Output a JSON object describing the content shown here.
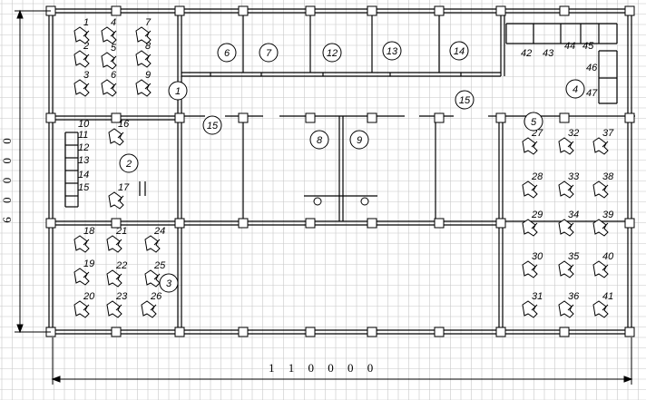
{
  "dimensions": {
    "width_label": "1 1 0 0 0 0",
    "height_label": "6 0 0 0 0"
  },
  "zones": [
    "1",
    "2",
    "3",
    "4",
    "5",
    "6",
    "7",
    "12",
    "13",
    "14",
    "15",
    "15",
    "8",
    "9"
  ],
  "machine_labels": [
    "1",
    "2",
    "3",
    "4",
    "5",
    "6",
    "7",
    "8",
    "9",
    "10",
    "11",
    "12",
    "13",
    "14",
    "15",
    "16",
    "17",
    "18",
    "19",
    "20",
    "21",
    "22",
    "23",
    "24",
    "25",
    "26",
    "27",
    "28",
    "29",
    "30",
    "31",
    "32",
    "33",
    "34",
    "35",
    "36",
    "37",
    "38",
    "39",
    "40",
    "41",
    "42",
    "43",
    "44",
    "45",
    "46",
    "47"
  ]
}
